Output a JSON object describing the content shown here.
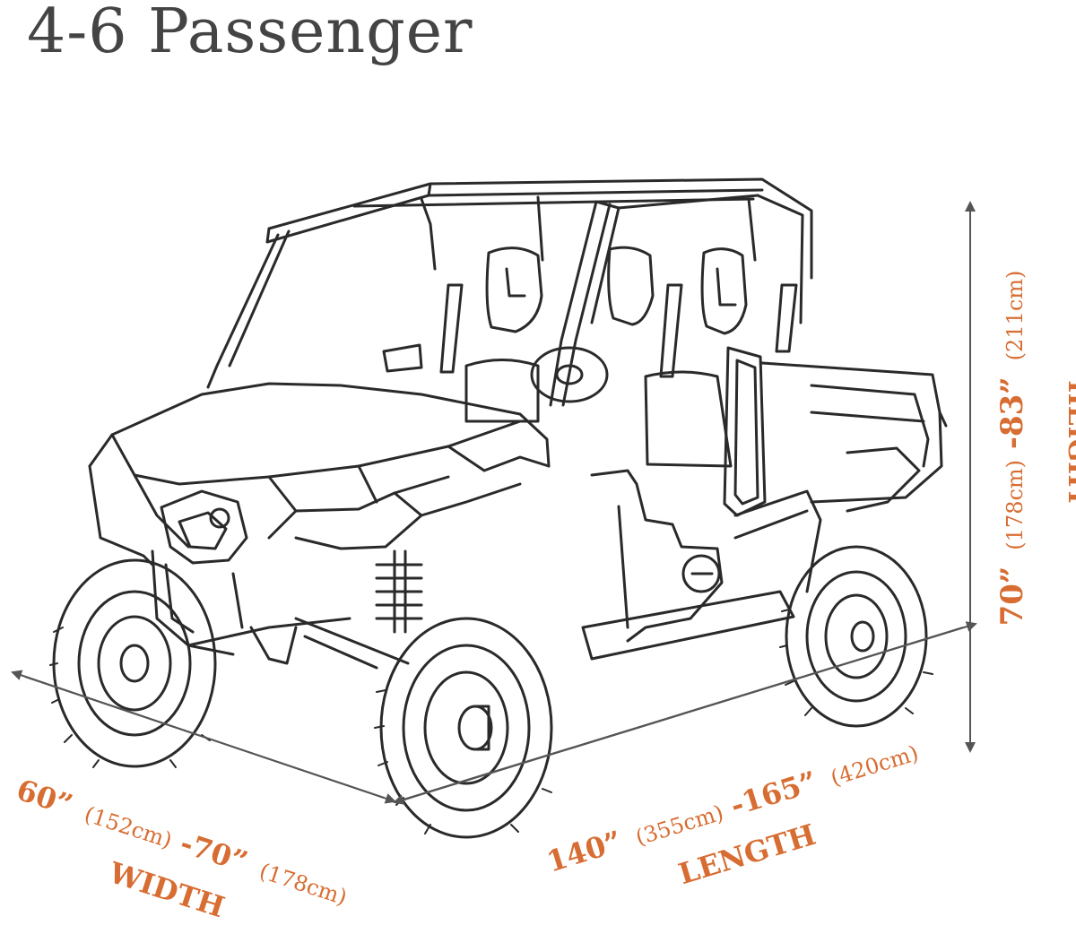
{
  "title": "4-6 Passenger",
  "colors": {
    "accent": "#d76d32",
    "line": "#2a2a2a",
    "title": "#444444",
    "arrow": "#555555"
  },
  "dimensions": {
    "height": {
      "min_in": "70”",
      "min_cm": "(178cm)",
      "max_in": "-83”",
      "max_cm": "(211cm)",
      "label": "HEIGHT"
    },
    "length": {
      "min_in": "140”",
      "min_cm": "(355cm)",
      "max_in": "-165”",
      "max_cm": "(420cm)",
      "label": "LENGTH"
    },
    "width": {
      "min_in": "60”",
      "min_cm": "(152cm)",
      "max_in": "-70”",
      "max_cm": "(178cm)",
      "label": "WIDTH"
    }
  },
  "illustration": {
    "subject": "utv-side-by-side-outline"
  }
}
